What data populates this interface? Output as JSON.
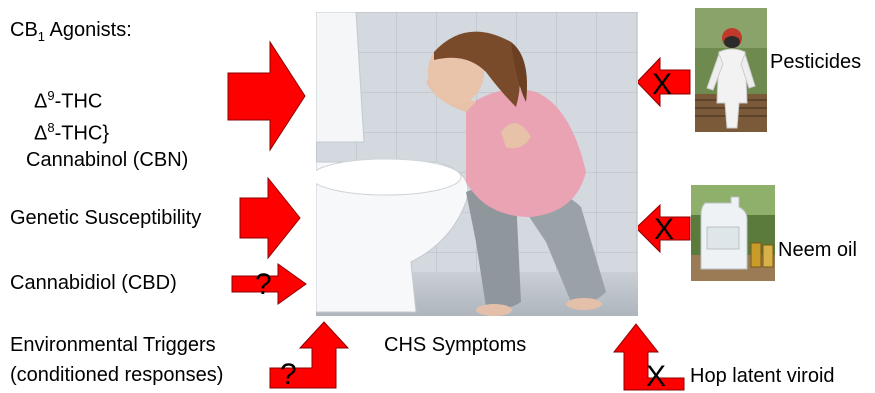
{
  "left_labels": {
    "cb1_prefix": "CB",
    "cb1_sub": "1",
    "cb1_suffix": " Agonists:",
    "delta9_prefix": "Δ",
    "delta9_sup": "9",
    "delta9_suffix": "-THC",
    "delta8_prefix": "Δ",
    "delta8_sup": "8",
    "delta8_suffix": "-THC}",
    "cbn": "Cannabinol (CBN)",
    "genetic": "Genetic Susceptibility",
    "cbd": "Cannabidiol (CBD)",
    "env_line1": "Environmental Triggers",
    "env_line2": "(conditioned responses)"
  },
  "center_label": "CHS Symptoms",
  "right_labels": {
    "pesticides": "Pesticides",
    "neem": "Neem oil",
    "hop": "Hop latent viroid"
  },
  "marks": {
    "question": "?",
    "cross": "X"
  },
  "colors": {
    "arrow_fill": "#ff0000",
    "arrow_stroke": "#8b0000"
  }
}
